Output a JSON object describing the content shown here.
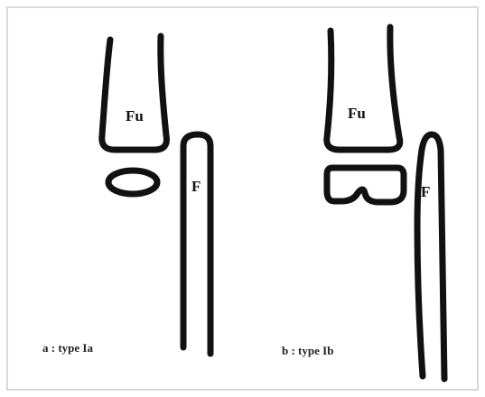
{
  "panel_a": {
    "femur_label": "Fu",
    "fibula_label": "F",
    "caption": "a : type Ia"
  },
  "panel_b": {
    "femur_label": "Fu",
    "fibula_label": "F",
    "caption": "b : type Ib"
  },
  "colors": {
    "background": "#ffffff",
    "frame": "#d9d9d9",
    "stroke": "#111111"
  }
}
